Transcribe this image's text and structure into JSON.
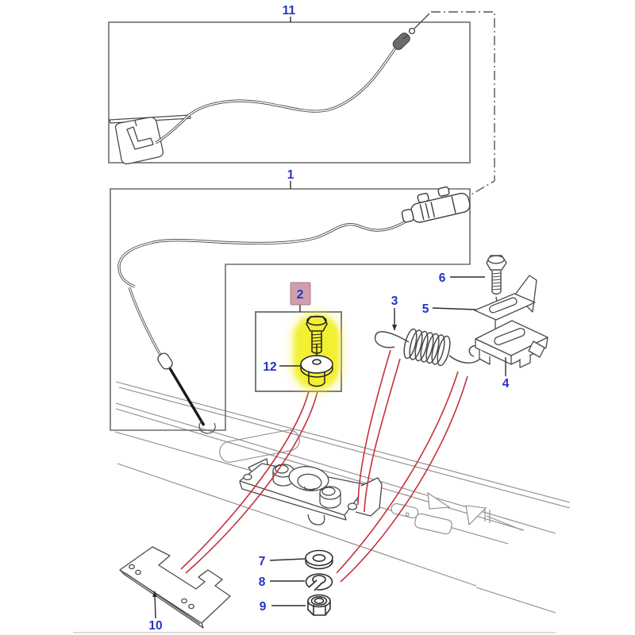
{
  "figure": {
    "kind": "exploded-parts-diagram",
    "subject": "bonnet-release-cable-and-latch",
    "background": "#ffffff",
    "colors": {
      "label_blue": "#2433c0",
      "leader_red": "#c5323a",
      "highlight_yellow": "#f3ef31",
      "highlight_pink": "#cf9fab",
      "outline_gray": "#4a4a4a",
      "panel_gray": "#8a8a8a",
      "box_border_gray": "#6e6e6e"
    },
    "callouts": {
      "part1": "1",
      "part2": "2",
      "part3": "3",
      "part4": "4",
      "part5": "5",
      "part6": "6",
      "part7": "7",
      "part8": "8",
      "part9": "9",
      "part10": "10",
      "part11": "11",
      "part12": "12"
    },
    "highlighted_callout": "2",
    "highlighted_detail_callout": "12"
  }
}
